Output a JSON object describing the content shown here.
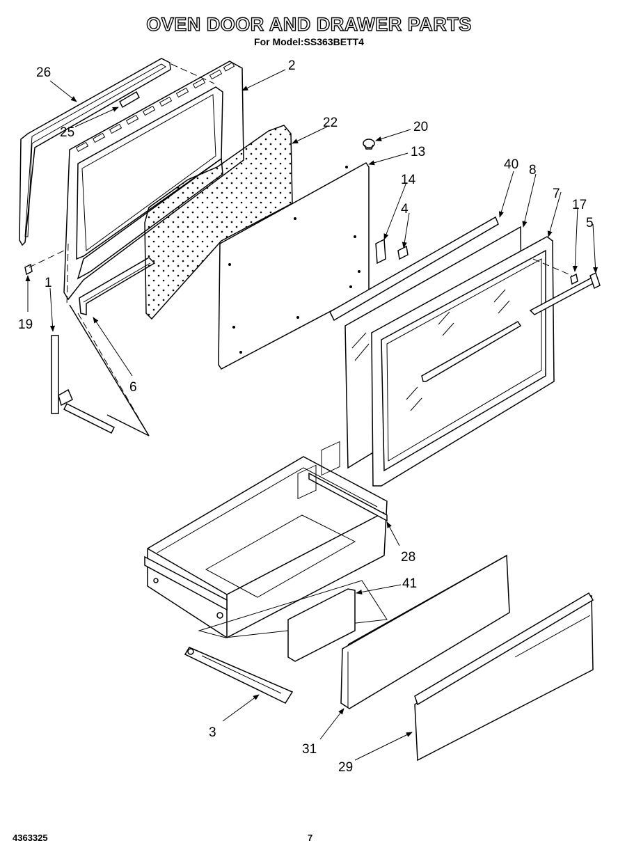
{
  "header": {
    "title": "OVEN DOOR AND DRAWER PARTS",
    "subtitle": "For Model:SS363BETT4"
  },
  "footer": {
    "doc_number": "4363325",
    "page_number": "7"
  },
  "callouts": [
    "26",
    "2",
    "22",
    "20",
    "13",
    "25",
    "40",
    "8",
    "7",
    "14",
    "17",
    "5",
    "4",
    "1",
    "19",
    "6",
    "28",
    "41",
    "3",
    "31",
    "29"
  ],
  "colors": {
    "ink": "#000000",
    "paper": "#ffffff"
  }
}
